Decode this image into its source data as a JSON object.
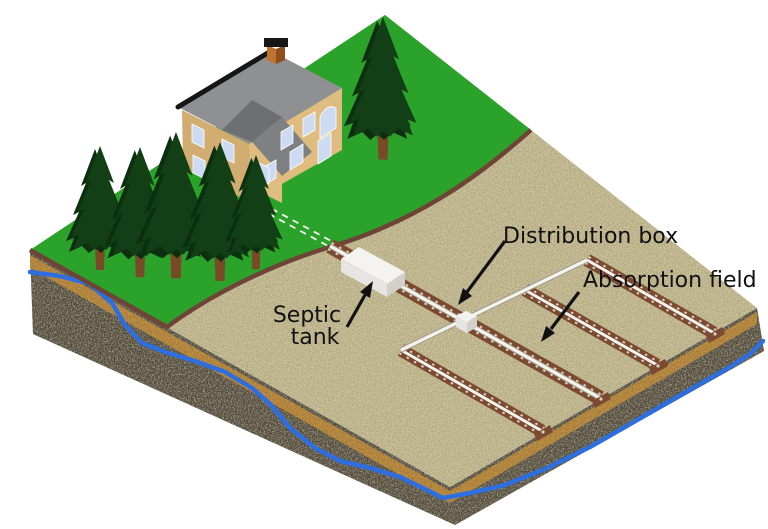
{
  "diagram": {
    "type": "septic-system-isometric-cutaway",
    "labels": {
      "septic_tank_line1": "Septic",
      "septic_tank_line2": "tank",
      "distribution_box": "Distribution box",
      "absorption_field": "Absorption field"
    },
    "colors": {
      "background": "#ffffff",
      "grass": "#2ba32b",
      "grass_edge": "#6e4437",
      "sand": "#c2b88c",
      "gold_layer": "#c39244",
      "soil": "#564f3e",
      "water": "#2d6ee0",
      "trench": "#7b4a31",
      "pipe": "#f5f3ee",
      "pipe_shadow": "#a09a86",
      "gravel": "#d8d2c4",
      "tank_top": "#f4f3f0",
      "tank_left": "#e7e5e1",
      "tank_right": "#d3d0cb",
      "wall": "#dfbc80",
      "wall_dark": "#d2ad72",
      "roof": "#8e9092",
      "roof_dark": "#6d6f70",
      "roof_mid": "#7e8081",
      "roof_edge": "#161616",
      "chimney": "#c0732c",
      "chimney_dark": "#8f4f1d",
      "window": "#ccdaf2",
      "window_frame": "#ffffff",
      "tree": "#123f16",
      "tree_shadow": "#0c2f10",
      "trunk": "#7a4a28",
      "label_text": "#111111",
      "arrow": "#111111"
    }
  }
}
